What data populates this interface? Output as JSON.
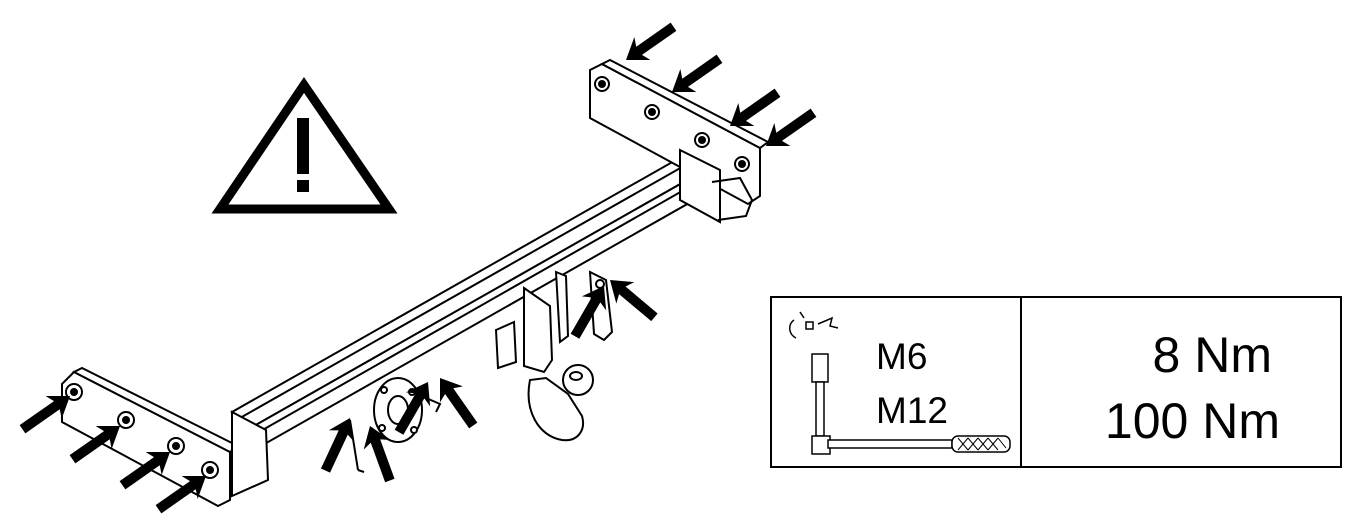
{
  "torque_table": {
    "bolt_sizes": [
      "M6",
      "M12"
    ],
    "torques": [
      "8 Nm",
      "100 Nm"
    ],
    "tool_icon": "torque-wrench-icon",
    "rotation_icon": "rotate-icon"
  },
  "warning_icon": "warning-triangle-icon",
  "colors": {
    "ink": "#000000",
    "background": "#ffffff"
  }
}
